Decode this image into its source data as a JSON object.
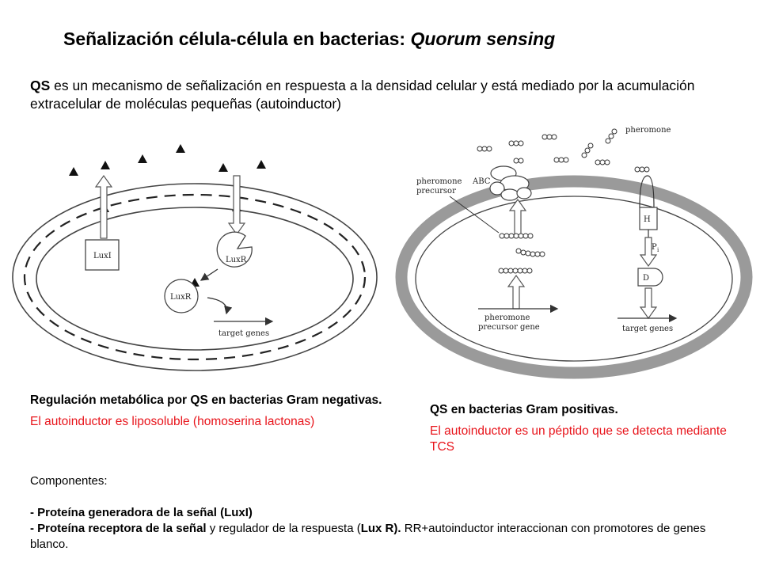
{
  "title": {
    "main": "Señalización célula-célula en bacterias: ",
    "italic": "Quorum sensing"
  },
  "intro": {
    "qs": "QS",
    "text": " es un mecanismo de  señalización en respuesta a la densidad celular y está mediado por la acumulación extracelular de moléculas pequeñas (autoinductor)"
  },
  "left_diagram": {
    "luxi": "LuxI",
    "luxr_top": "LuxR",
    "luxr_bottom": "LuxR",
    "target": "target genes"
  },
  "right_diagram": {
    "pheromone": "pheromone",
    "abc": "ABC",
    "precursor_line1": "pheromone",
    "precursor_line2": "precursor",
    "h": "H",
    "p": "P",
    "i": "i",
    "d": "D",
    "gene_line1": "pheromone",
    "gene_line2": "precursor gene",
    "target": "target genes"
  },
  "left_caption": {
    "heading": "Regulación metabólica por QS en bacterias Gram negativas.",
    "red": "El autoinductor es liposoluble (homoserina lactonas)"
  },
  "right_caption": {
    "heading": "QS en bacterias Gram positivas.",
    "red": "El autoinductor es un péptido que se detecta mediante TCS"
  },
  "components": {
    "heading": "Componentes:",
    "item1": "- Proteína generadora de la señal (LuxI)",
    "item2_bold": "- Proteína receptora de la señal",
    "item2_rest": "  y regulador de la respuesta (",
    "item2_luxr": "Lux R).",
    "item2_tail": " RR+autoinductor interaccionan con promotores de genes blanco."
  },
  "colors": {
    "caption_red": "#e8141b",
    "membrane_gray": "#9a9a9a"
  }
}
